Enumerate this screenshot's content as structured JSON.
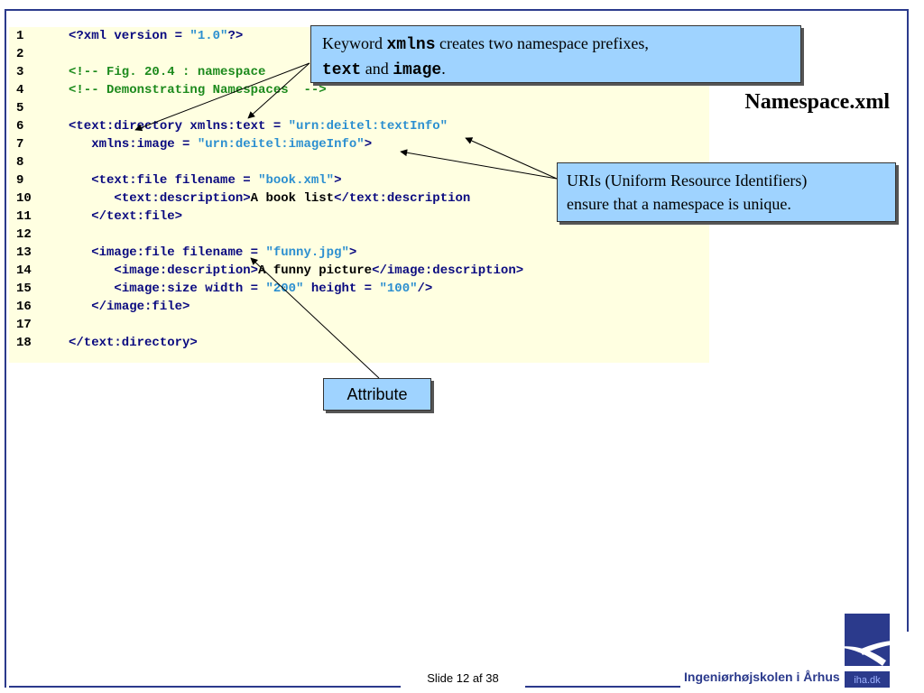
{
  "code_lines": [
    {
      "n": "1",
      "indent": "",
      "parts": [
        [
          "tag",
          "<?xml version = "
        ],
        [
          "str",
          "\"1.0\""
        ],
        [
          "tag",
          "?>"
        ]
      ]
    },
    {
      "n": "2",
      "indent": "",
      "parts": []
    },
    {
      "n": "3",
      "indent": "",
      "parts": [
        [
          "cmt",
          "<!-- Fig. 20.4 : namespace"
        ]
      ]
    },
    {
      "n": "4",
      "indent": "",
      "parts": [
        [
          "cmt",
          "<!-- Demonstrating Namespaces  -->"
        ]
      ]
    },
    {
      "n": "5",
      "indent": "",
      "parts": []
    },
    {
      "n": "6",
      "indent": "",
      "parts": [
        [
          "tag",
          "<text:directory xmlns:text = "
        ],
        [
          "str",
          "\"urn:deitel:textInfo\""
        ]
      ]
    },
    {
      "n": "7",
      "indent": "   ",
      "parts": [
        [
          "tag",
          "xmlns:image = "
        ],
        [
          "str",
          "\"urn:deitel:imageInfo\""
        ],
        [
          "tag",
          ">"
        ]
      ]
    },
    {
      "n": "8",
      "indent": "",
      "parts": []
    },
    {
      "n": "9",
      "indent": "   ",
      "parts": [
        [
          "tag",
          "<text:file filename = "
        ],
        [
          "str",
          "\"book.xml\""
        ],
        [
          "tag",
          ">"
        ]
      ]
    },
    {
      "n": "10",
      "indent": "      ",
      "parts": [
        [
          "tag",
          "<text:description>"
        ],
        [
          "txt",
          "A book list"
        ],
        [
          "tag",
          "</text:description"
        ]
      ]
    },
    {
      "n": "11",
      "indent": "   ",
      "parts": [
        [
          "tag",
          "</text:file>"
        ]
      ]
    },
    {
      "n": "12",
      "indent": "",
      "parts": []
    },
    {
      "n": "13",
      "indent": "   ",
      "parts": [
        [
          "tag",
          "<image:file filename = "
        ],
        [
          "str",
          "\"funny.jpg\""
        ],
        [
          "tag",
          ">"
        ]
      ]
    },
    {
      "n": "14",
      "indent": "      ",
      "parts": [
        [
          "tag",
          "<image:description>"
        ],
        [
          "txt",
          "A funny picture"
        ],
        [
          "tag",
          "</image:description>"
        ]
      ]
    },
    {
      "n": "15",
      "indent": "      ",
      "parts": [
        [
          "tag",
          "<image:size width = "
        ],
        [
          "str",
          "\"200\""
        ],
        [
          "tag",
          " height = "
        ],
        [
          "str",
          "\"100\""
        ],
        [
          "tag",
          "/>"
        ]
      ]
    },
    {
      "n": "16",
      "indent": "   ",
      "parts": [
        [
          "tag",
          "</image:file>"
        ]
      ]
    },
    {
      "n": "17",
      "indent": "",
      "parts": []
    },
    {
      "n": "18",
      "indent": "",
      "parts": [
        [
          "tag",
          "</text:directory>"
        ]
      ]
    }
  ],
  "callouts": {
    "xmlns": {
      "t1": "Keyword ",
      "k1": "xmlns",
      "t2": " creates two namespace prefixes,",
      "k2": "text",
      "t3": " and ",
      "k3": "image",
      "t4": "."
    },
    "uri": {
      "line1": "URIs (Uniform Resource Identifiers)",
      "line2": "ensure that a namespace is unique."
    },
    "attribute": "Attribute"
  },
  "file_title": "Namespace.xml",
  "footer": {
    "slide_label": "Slide 12 af  38",
    "organization": "Ingeniørhøjskolen i Århus",
    "logo_text": "iha.dk"
  },
  "colors": {
    "frame": "#2b3a8c",
    "callout_bg": "#9fd3ff",
    "code_bg": "#ffffe1",
    "tag": "#0a0a80",
    "string": "#2c8fd0",
    "comment": "#1c8a1c"
  }
}
